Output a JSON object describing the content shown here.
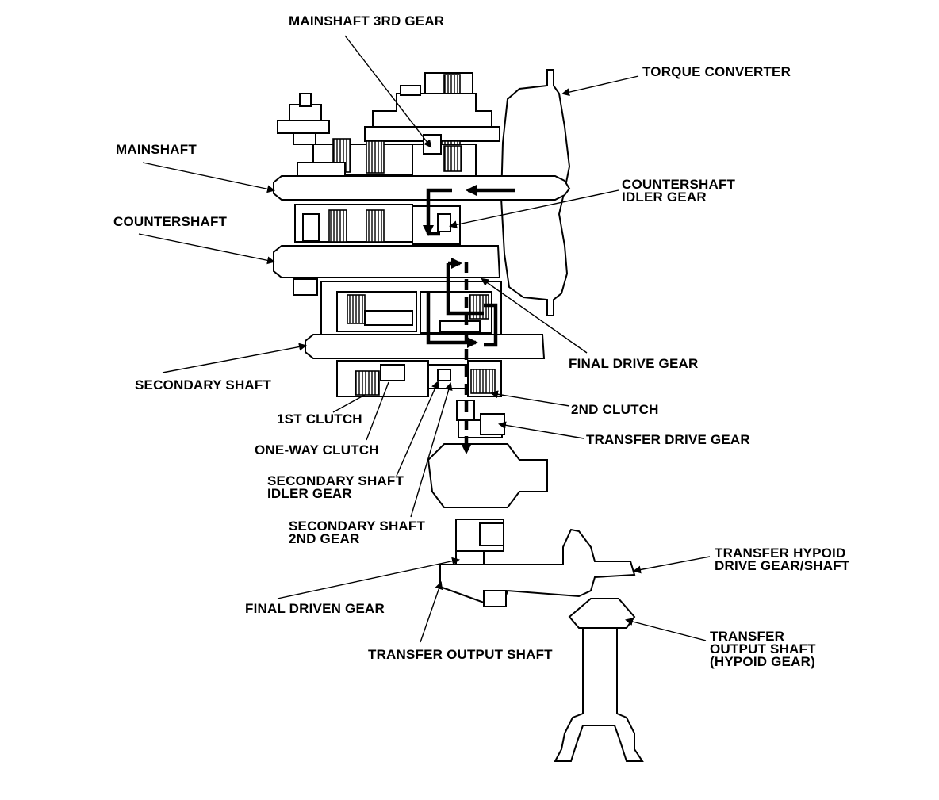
{
  "labels": {
    "mainshaft_3rd_gear": "MAINSHAFT 3RD GEAR",
    "torque_converter": "TORQUE CONVERTER",
    "mainshaft": "MAINSHAFT",
    "countershaft_idler_gear_1": "COUNTERSHAFT",
    "countershaft_idler_gear_2": "IDLER GEAR",
    "countershaft": "COUNTERSHAFT",
    "final_drive_gear": "FINAL DRIVE GEAR",
    "secondary_shaft": "SECONDARY SHAFT",
    "second_clutch": "2ND CLUTCH",
    "first_clutch": "1ST CLUTCH",
    "transfer_drive_gear": "TRANSFER DRIVE GEAR",
    "one_way_clutch": "ONE-WAY CLUTCH",
    "secondary_shaft_idler_gear_1": "SECONDARY SHAFT",
    "secondary_shaft_idler_gear_2": "IDLER GEAR",
    "secondary_shaft_2nd_gear_1": "SECONDARY SHAFT",
    "secondary_shaft_2nd_gear_2": "2ND GEAR",
    "transfer_hypoid_1": "TRANSFER HYPOID",
    "transfer_hypoid_2": "DRIVE GEAR/SHAFT",
    "final_driven_gear": "FINAL DRIVEN GEAR",
    "transfer_output_shaft": "TRANSFER OUTPUT SHAFT",
    "transfer_output_hypoid_1": "TRANSFER",
    "transfer_output_hypoid_2": "OUTPUT SHAFT",
    "transfer_output_hypoid_3": "(HYPOID GEAR)"
  },
  "colors": {
    "line": "#000000",
    "background": "#ffffff"
  }
}
